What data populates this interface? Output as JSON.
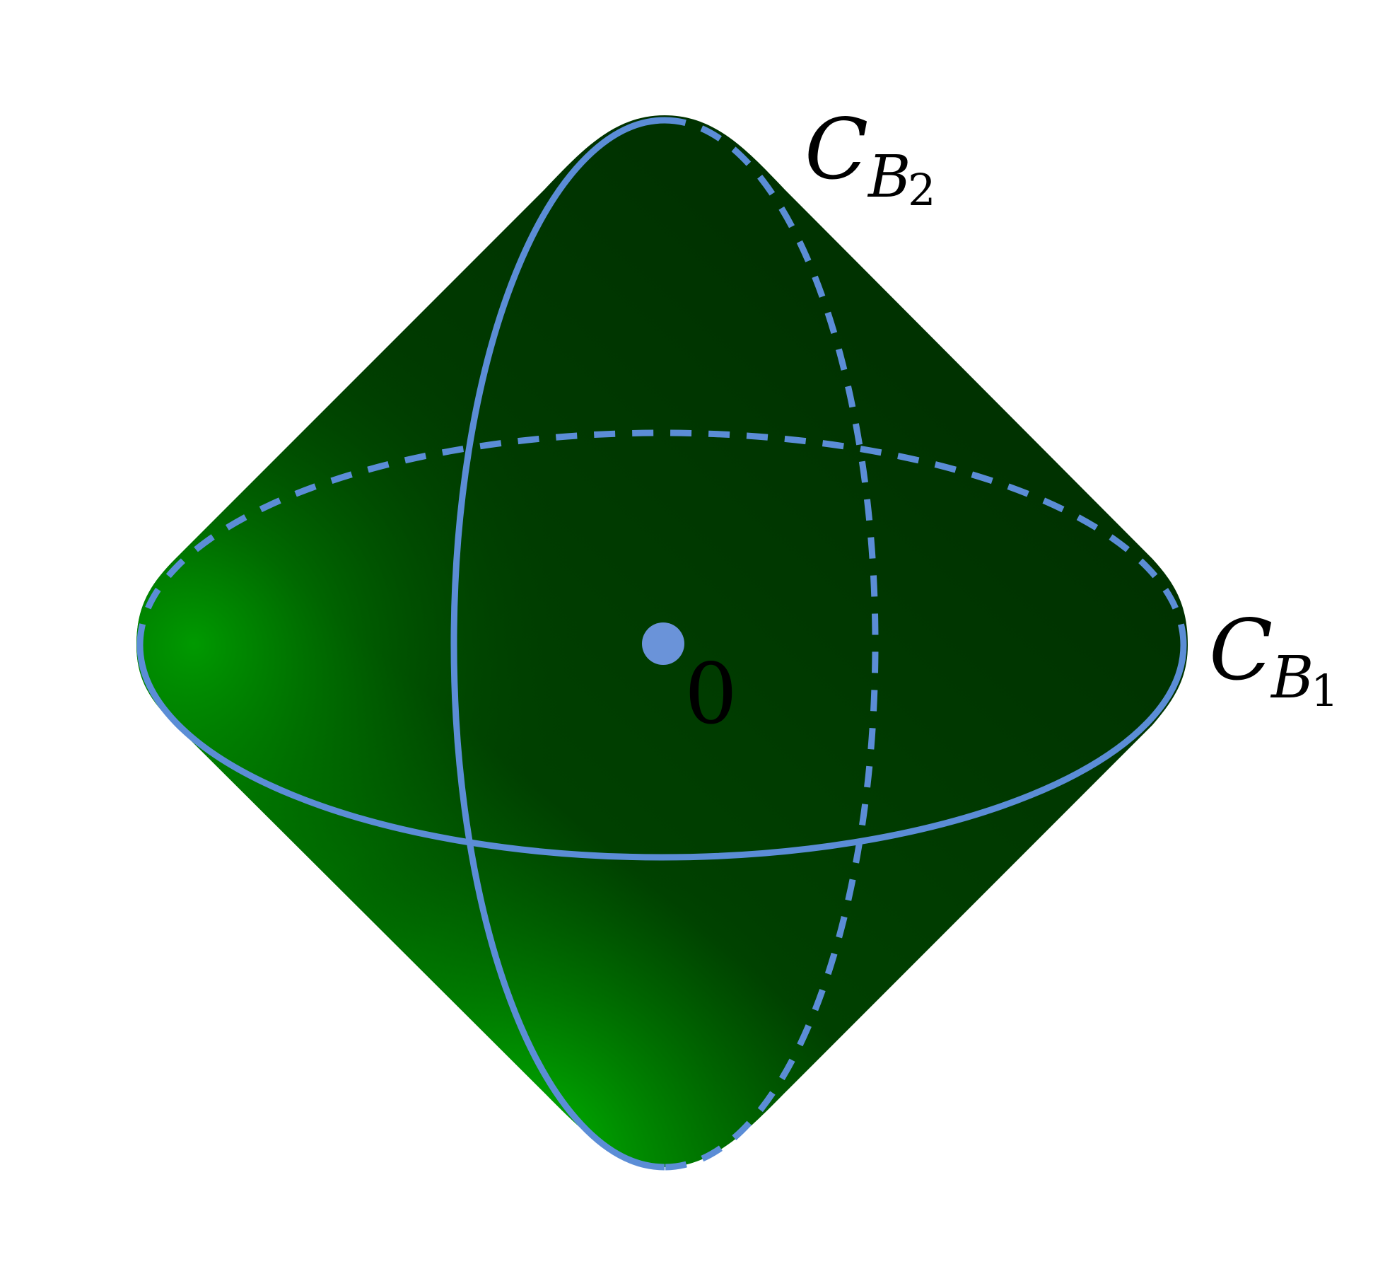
{
  "labels": {
    "curve_1": {
      "main": "C",
      "sub_letter": "B",
      "sub_index": "1"
    },
    "curve_2": {
      "main": "C",
      "sub_letter": "B",
      "sub_index": "2"
    },
    "origin": "0"
  },
  "colors": {
    "background": "#ffffff",
    "surface_dark": "#003300",
    "surface_mid": "#004a00",
    "surface_highlight": "#00a000",
    "curve": "#5b8dd6",
    "origin_point": "#6a93d9",
    "text": "#000000"
  }
}
